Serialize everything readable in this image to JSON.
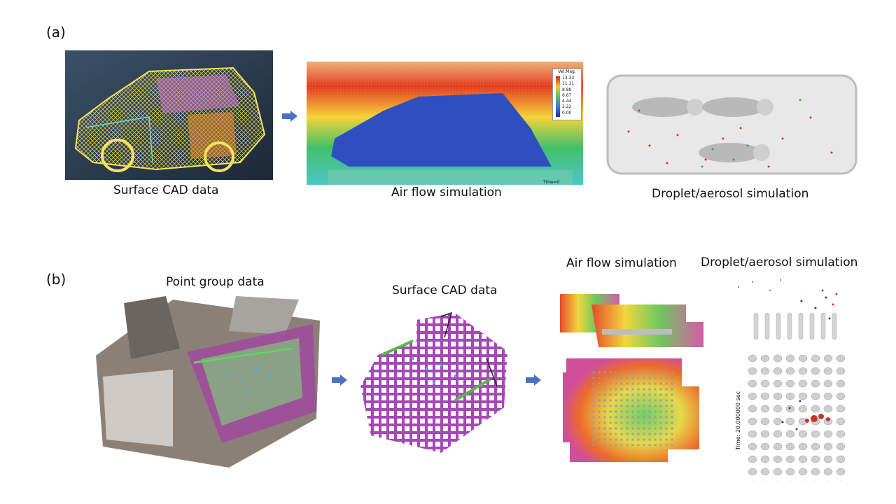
{
  "section_a": {
    "label": "(a)",
    "captions": [
      "Surface CAD data",
      "Air flow simulation",
      "Droplet/aerosol simulation"
    ],
    "legend_title": "Vel.Mag.",
    "legend_values": [
      "13.33",
      "11.11",
      "8.89",
      "6.67",
      "4.44",
      "2.22",
      "0.00"
    ],
    "time_label": "Time=0"
  },
  "section_b": {
    "label": "(b)",
    "captions": [
      "Point group data",
      "Surface CAD data",
      "Air flow simulation",
      "Droplet/aerosol simulation"
    ],
    "time_axis_label": "Time: 20.000000 sec"
  },
  "colors": {
    "arrow": "#4a72c4",
    "cad_magenta": "#a648b8",
    "cad_yellow": "#e7d64a"
  }
}
